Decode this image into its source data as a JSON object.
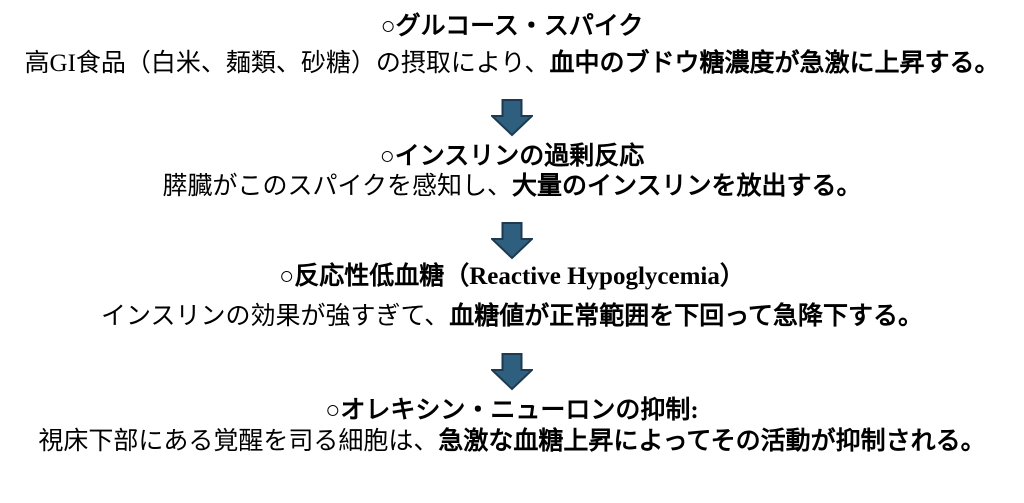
{
  "page": {
    "background_color": "#ffffff",
    "text_color": "#000000"
  },
  "arrow": {
    "name": "down-block-arrow",
    "fill": "#2e5f7e",
    "stroke": "#1e3a50"
  },
  "sections": [
    {
      "title": "○グルコース・スパイク",
      "body_regular": "高GI食品（白米、麺類、砂糖）の摂取により、",
      "body_bold": "血中のブドウ糖濃度が急激に上昇する。"
    },
    {
      "title": "○インスリンの過剰反応",
      "body_regular": "膵臓がこのスパイクを感知し、",
      "body_bold": "大量のインスリンを放出する。"
    },
    {
      "title": "○反応性低血糖（Reactive Hypoglycemia）",
      "body_regular": "インスリンの効果が強すぎて、",
      "body_bold": "血糖値が正常範囲を下回って急降下する。"
    },
    {
      "title": "○オレキシン・ニューロンの抑制:",
      "body_regular": "視床下部にある覚醒を司る細胞は、",
      "body_bold": "急激な血糖上昇によってその活動が抑制される。"
    }
  ]
}
